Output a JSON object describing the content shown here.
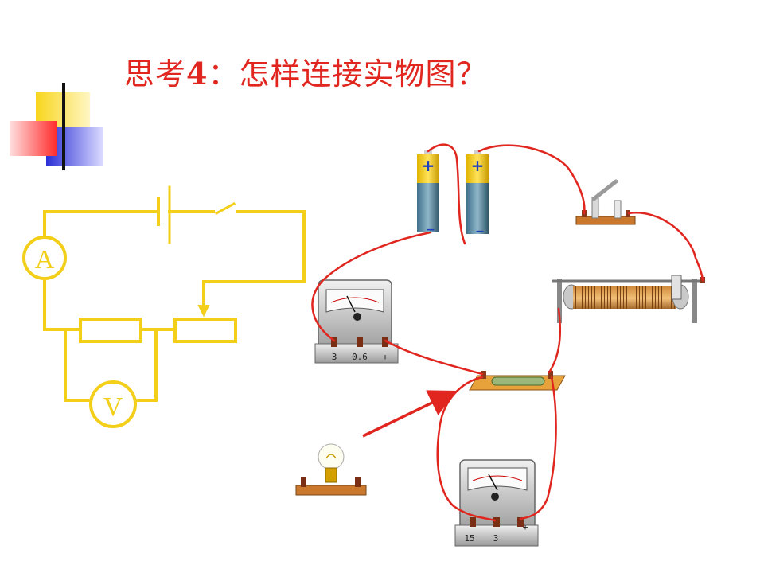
{
  "slide": {
    "title_prefix": "思考",
    "title_number": "4",
    "title_suffix": "：怎样连接实物图？"
  },
  "schematic": {
    "ammeter_symbol": "A",
    "voltmeter_symbol": "V",
    "wire_color": "#f3cf1a"
  },
  "apparatus": {
    "battery_plus": "+",
    "battery_minus": "−",
    "ammeter_terminals": [
      "3",
      "0.6",
      "+"
    ],
    "voltmeter_terminals": [
      "15",
      "3",
      "+"
    ]
  },
  "colors": {
    "title": "#e0261f",
    "physical_wire": "#e0261f",
    "pointer_arrow": "#e0261f",
    "deco_yellow": "#f8d61c",
    "deco_blue": "#2b2fd6",
    "deco_red": "#ff2a2a"
  }
}
